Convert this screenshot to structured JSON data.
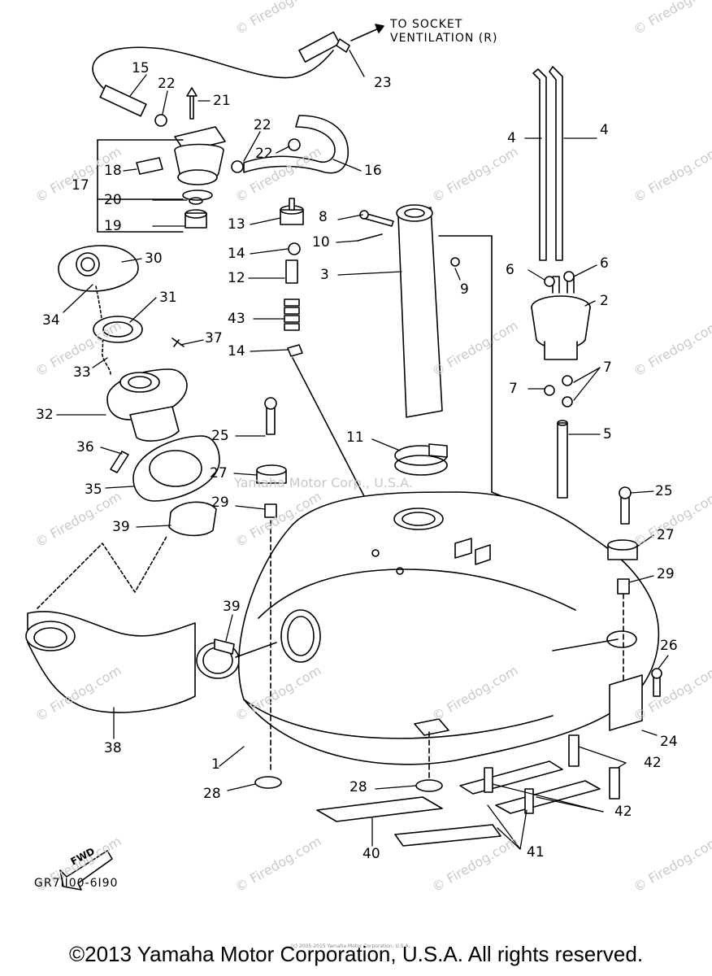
{
  "diagram": {
    "note_socket": "TO SOCKET\nVENTILATION (R)",
    "diagram_code": "GR7II00-6I90",
    "fwd_label": "FWD",
    "copyright": "©2013 Yamaha Motor Corporation, U.S.A. All rights reserved.",
    "center_watermark": "Yamaha Motor Corp., U.S.A.",
    "small_print": "(c) 2005-2015 Yamaha Motor Corporation, U.S.A.",
    "watermark_text": "© Firedog.com",
    "part_labels": [
      "15",
      "22",
      "21",
      "22",
      "22",
      "23",
      "17",
      "18",
      "16",
      "20",
      "19",
      "4",
      "4",
      "13",
      "8",
      "10",
      "14",
      "3",
      "9",
      "6",
      "6",
      "2",
      "12",
      "43",
      "14",
      "30",
      "34",
      "31",
      "37",
      "33",
      "7",
      "7",
      "32",
      "11",
      "25",
      "36",
      "5",
      "27",
      "35",
      "29",
      "25",
      "39",
      "27",
      "29",
      "39",
      "26",
      "38",
      "24",
      "1",
      "42",
      "28",
      "28",
      "42",
      "40",
      "41"
    ]
  }
}
